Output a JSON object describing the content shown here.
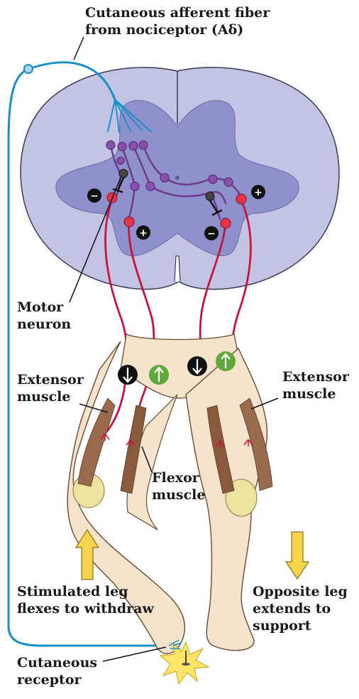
{
  "labels": {
    "afferent_line1": "Cutaneous afferent fiber",
    "afferent_line2": "from nociceptor (Aδ)",
    "motor_line1": "Motor",
    "motor_line2": "neuron",
    "extensor_left_line1": "Extensor",
    "extensor_left_line2": "muscle",
    "extensor_right_line1": "Extensor",
    "extensor_right_line2": "muscle",
    "flexor_line1": "Flexor",
    "flexor_line2": "muscle",
    "stimulated_line1": "Stimulated leg",
    "stimulated_line2": "flexes to withdraw",
    "opposite_line1": "Opposite leg",
    "opposite_line2": "extends to",
    "opposite_line3": "support",
    "receptor_line1": "Cutaneous",
    "receptor_line2": "receptor"
  },
  "signs": {
    "inhibit": "−",
    "excite": "+"
  },
  "colors": {
    "afferent": "#1b8fc9",
    "motor_axon": "#c8143c",
    "interneuron": "#6f3a8e",
    "white_matter": "#c3c4e4",
    "gray_matter": "#8f91cc",
    "skin": "#f6e3cc",
    "muscle": "#9a6a4c",
    "arrow_yellow": "#f6d34a",
    "spindle_green": "#5fa83a"
  }
}
